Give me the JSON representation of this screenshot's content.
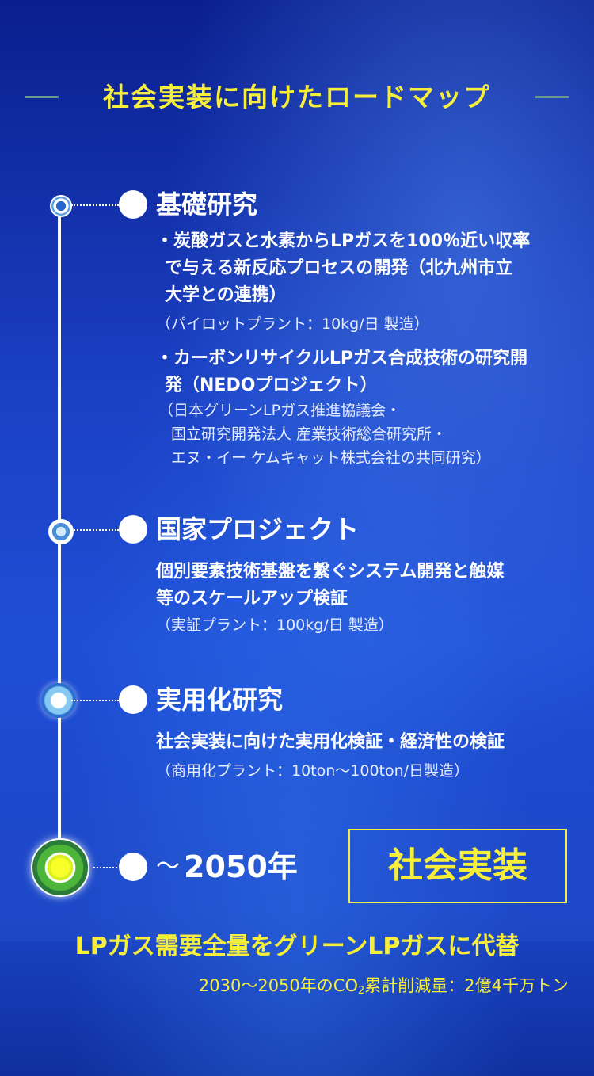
{
  "header": {
    "title": "社会実装に向けたロードマップ"
  },
  "steps": [
    {
      "title": "基礎研究",
      "items": [
        {
          "lines": [
            "・炭酸ガスと水素からLPガスを100％近い収率",
            "で与える新反応プロセスの開発（北九州市立",
            "大学との連携）"
          ],
          "notes": [
            "（パイロットプラント：10kg/日 製造）"
          ]
        },
        {
          "lines": [
            "・カーボンリサイクルLPガス合成技術の研究開",
            "発（NEDOプロジェクト）"
          ],
          "notes": [
            "（日本グリーンLPガス推進協議会・",
            "国立研究開発法人 産業技術総合研究所・",
            "エヌ・イー ケムキャット株式会社の共同研究）"
          ]
        }
      ]
    },
    {
      "title": "国家プロジェクト",
      "lines": [
        "個別要素技術基盤を繋ぐシステム開発と触媒",
        "等のスケールアップ検証"
      ],
      "note": "（実証プラント：100kg/日 製造）"
    },
    {
      "title": "実用化研究",
      "lines": [
        "社会実装に向けた実用化検証・経済性の検証"
      ],
      "note": "（商用化プラント：10ton～100ton/日製造）"
    }
  ],
  "final": {
    "tilde": "～",
    "year": "2050年",
    "badge": "社会実装",
    "goal": "LPガス需要全量をグリーンLPガスに代替",
    "co2_prefix": "2030～2050年のCO",
    "co2_sub": "2",
    "co2_suffix": "累計削減量：2億4千万トン"
  },
  "colors": {
    "accent": "#f6ee3a",
    "background": "#1a3fc2"
  }
}
